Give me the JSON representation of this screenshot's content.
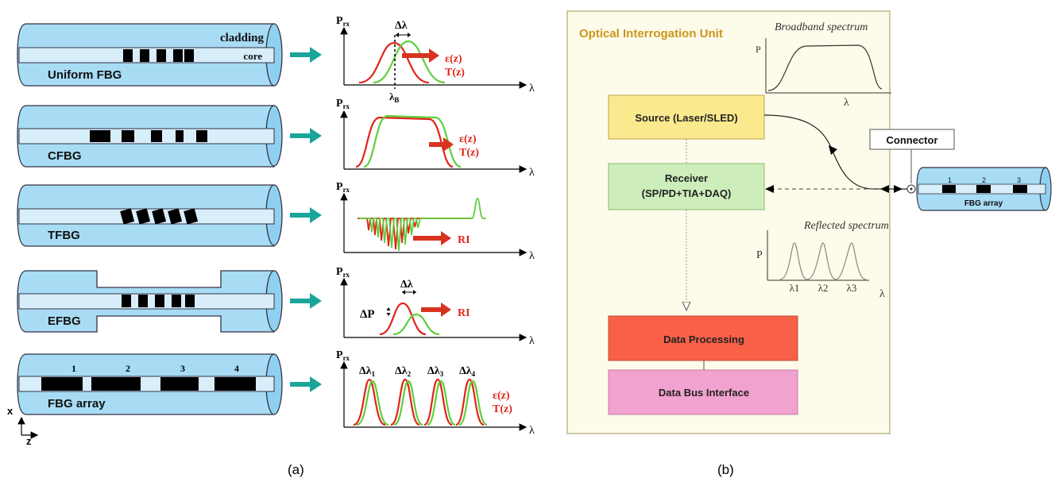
{
  "panel_a": {
    "caption": "(a)",
    "axes_legend": {
      "x": "x",
      "z": "z"
    },
    "rows": [
      {
        "name": "Uniform FBG",
        "fiber_labels": {
          "cladding": "cladding",
          "core": "core"
        },
        "plot": {
          "ylabel": "P",
          "ysub": "rx",
          "xlabel": "λ",
          "marker": "λ",
          "marker_sub": "B",
          "shift": "Δλ",
          "effect": [
            "ε(z)",
            "T(z)"
          ]
        }
      },
      {
        "name": "CFBG",
        "plot": {
          "ylabel": "P",
          "ysub": "rx",
          "xlabel": "λ",
          "effect": [
            "ε(z)",
            "T(z)"
          ]
        }
      },
      {
        "name": "TFBG",
        "plot": {
          "ylabel": "P",
          "ysub": "rx",
          "xlabel": "λ",
          "effect": [
            "RI"
          ]
        }
      },
      {
        "name": "EFBG",
        "plot": {
          "ylabel": "P",
          "ysub": "rx",
          "xlabel": "λ",
          "shift": "Δλ",
          "dp": "ΔP",
          "effect": [
            "RI"
          ]
        }
      },
      {
        "name": "FBG array",
        "grating_numbers": [
          "1",
          "2",
          "3",
          "4"
        ],
        "plot": {
          "ylabel": "P",
          "ysub": "rx",
          "xlabel": "λ",
          "peaks": [
            {
              "main": "Δλ",
              "sub": "1"
            },
            {
              "main": "Δλ",
              "sub": "2"
            },
            {
              "main": "Δλ",
              "sub": "3"
            },
            {
              "main": "Δλ",
              "sub": "4"
            }
          ],
          "effect": [
            "ε(z)",
            "T(z)"
          ]
        }
      }
    ],
    "colors": {
      "fiber": "#a8dcf5",
      "core": "#d8eefb",
      "arrow_teal": "#1aa59a",
      "arrow_red": "#d83220",
      "curve_red": "#e0241a",
      "curve_green": "#5fcf3c",
      "grating": "#000000"
    }
  },
  "panel_b": {
    "caption": "(b)",
    "unit_title": "Optical Interrogation Unit",
    "broadband": {
      "title": "Broadband spectrum",
      "ylabel": "P",
      "xlabel": "λ"
    },
    "reflected": {
      "title": "Reflected spectrum",
      "ylabel": "P",
      "xlabel": "λ",
      "peaks": [
        "λ1",
        "λ2",
        "λ3"
      ]
    },
    "blocks": {
      "source": "Source (Laser/SLED)",
      "receiver_line1": "Receiver",
      "receiver_line2": "(SP/PD+TIA+DAQ)",
      "processing": "Data Processing",
      "bus": "Data Bus Interface"
    },
    "connector": "Connector",
    "array": {
      "label": "FBG array",
      "numbers": [
        "1",
        "2",
        "3"
      ]
    },
    "colors": {
      "panel_bg": "#fdfbe9",
      "panel_border": "#bfb98c",
      "title": "#c9951c",
      "source": "#fbe98e",
      "receiver": "#cdeebb",
      "processing": "#f86148",
      "bus": "#f2a2cf"
    }
  }
}
